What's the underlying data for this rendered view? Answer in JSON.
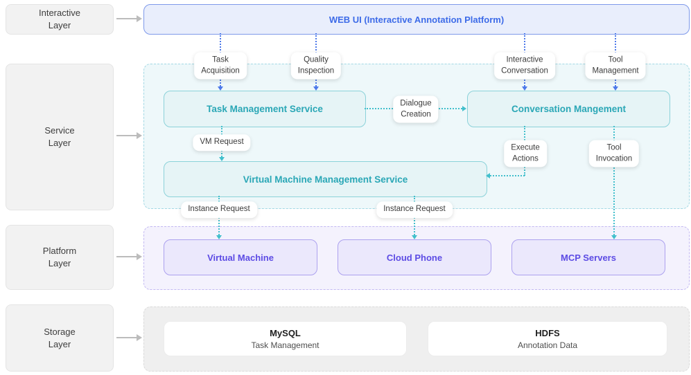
{
  "layers": {
    "interactive": {
      "label": "Interactive\nLayer"
    },
    "service": {
      "label": "Service\nLayer"
    },
    "platform": {
      "label": "Platform\nLayer"
    },
    "storage": {
      "label": "Storage\nLayer"
    }
  },
  "nodes": {
    "web_ui": {
      "label": "WEB UI (Interactive Annotation Platform)"
    },
    "task_management_service": {
      "label": "Task Management Service"
    },
    "conversation_management": {
      "label": "Conversation Mangement"
    },
    "vm_management_service": {
      "label": "Virtual Machine Management Service"
    },
    "virtual_machine": {
      "label": "Virtual Machine"
    },
    "cloud_phone": {
      "label": "Cloud Phone"
    },
    "mcp_servers": {
      "label": "MCP Servers"
    },
    "mysql": {
      "title": "MySQL",
      "subtitle": "Task Management"
    },
    "hdfs": {
      "title": "HDFS",
      "subtitle": "Annotation Data"
    }
  },
  "edge_labels": {
    "task_acquisition": "Task\nAcquisition",
    "quality_inspection": "Quality\nInspection",
    "interactive_conversation": "Interactive\nConversation",
    "tool_management": "Tool\nManagement",
    "dialogue_creation": "Dialogue\nCreation",
    "vm_request": "VM Request",
    "execute_actions": "Execute\nActions",
    "tool_invocation": "Tool\nInvocation",
    "instance_request_left": "Instance Request",
    "instance_request_right": "Instance Request"
  },
  "colors": {
    "blue_accent": "#3d6be8",
    "teal_accent": "#2aa7b6",
    "purple_accent": "#5c4be4",
    "blue_arrow": "#4d79ea",
    "teal_arrow": "#41bfcc",
    "gray_arrow": "#bcbcbc"
  }
}
